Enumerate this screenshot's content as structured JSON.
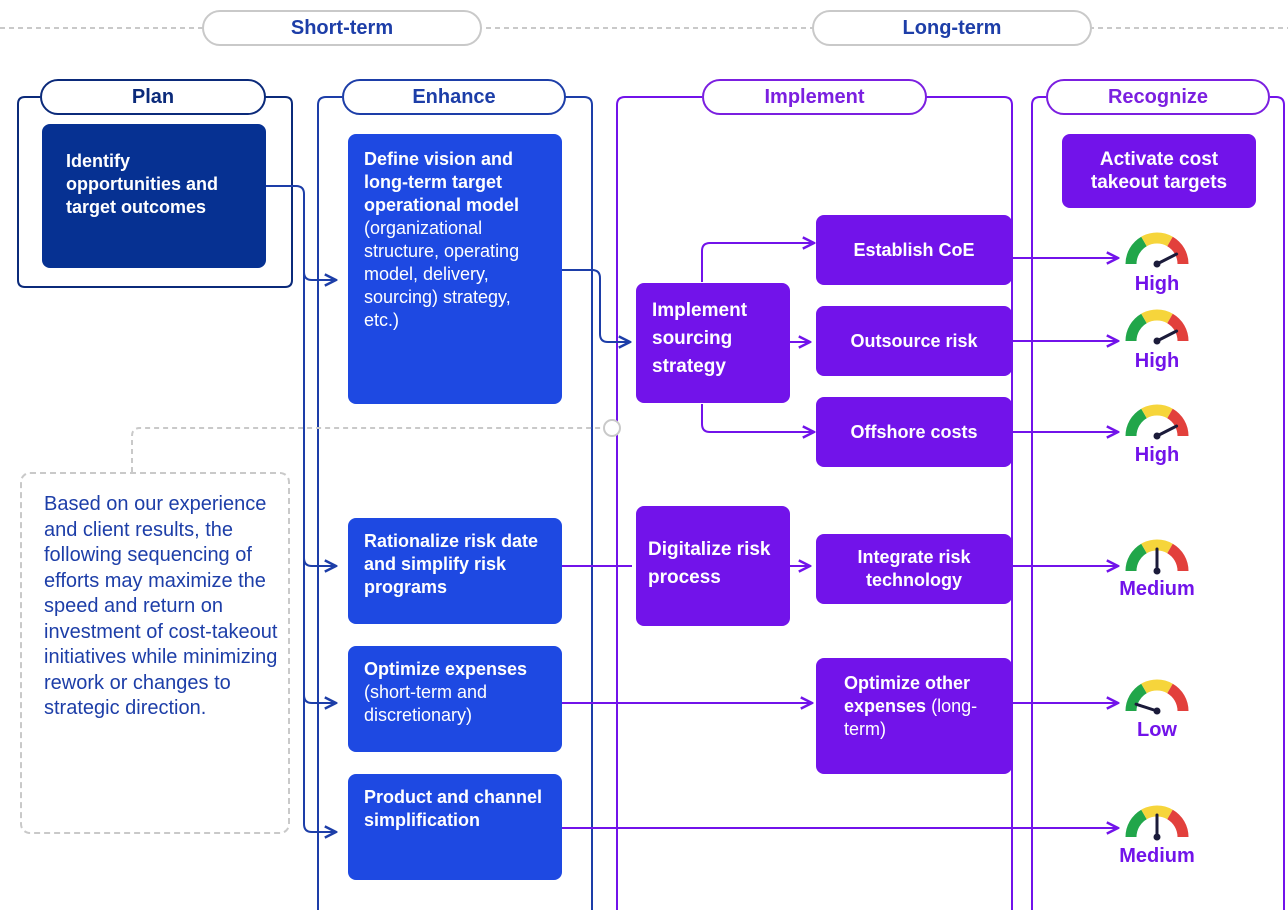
{
  "timeline": {
    "short_term": "Short-term",
    "long_term": "Long-term"
  },
  "phases": {
    "plan": "Plan",
    "enhance": "Enhance",
    "implement": "Implement",
    "recognize": "Recognize"
  },
  "plan_box": {
    "title": "Identify opportunities and target outcomes"
  },
  "enhance_boxes": {
    "vision": {
      "title": "Define vision and long-term target operational model",
      "detail": "(organizational structure, operating model, delivery, sourcing) strategy, etc.)"
    },
    "rationalize": {
      "title": "Rationalize risk date and simplify risk programs"
    },
    "optimize": {
      "title": "Optimize expenses",
      "detail": "(short-term and discretionary)"
    },
    "product": {
      "title": "Product and channel simplification"
    }
  },
  "implement_boxes": {
    "sourcing": "Implement sourcing strategy",
    "coe": "Establish CoE",
    "outsource": "Outsource risk",
    "offshore": "Offshore costs",
    "digitalize": "Digitalize risk process",
    "integrate": "Integrate risk technology",
    "optimize_other": {
      "title": "Optimize other expenses",
      "detail": "(long-term)"
    }
  },
  "recognize_box": {
    "title": "Activate cost takeout targets"
  },
  "ratings": [
    {
      "label": "High",
      "level": 0.85
    },
    {
      "label": "High",
      "level": 0.85
    },
    {
      "label": "High",
      "level": 0.85
    },
    {
      "label": "Medium",
      "level": 0.5
    },
    {
      "label": "Low",
      "level": 0.1
    },
    {
      "label": "Medium",
      "level": 0.5
    }
  ],
  "note": "Based on our experience and client results, the following sequencing of efforts may maximize the speed and return on investment of cost-takeout initiatives while minimizing rework or changes to strategic direction.",
  "colors": {
    "navy": "#063192",
    "blue": "#1e49e2",
    "purple": "#7213ea",
    "gauge_green": "#21a64a",
    "gauge_yellow": "#f6d53b",
    "gauge_red": "#e2403c"
  }
}
